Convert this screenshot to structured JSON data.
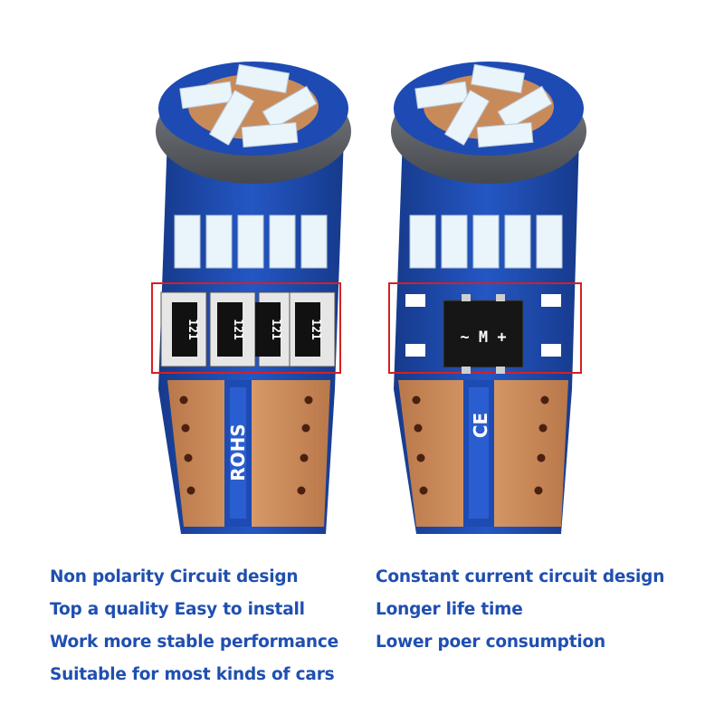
{
  "bulbs": {
    "left": {
      "resistor_labels": [
        "121",
        "121",
        "121",
        "121"
      ],
      "board_marking": "ROHS"
    },
    "right": {
      "chip_label": "~ M +",
      "board_marking": "CE"
    }
  },
  "features": {
    "left": [
      "Non polarity Circuit design",
      "Top a quality Easy to install",
      "Work more stable performance",
      "Suitable for most kinds of cars"
    ],
    "right": [
      "Constant current circuit design",
      "Longer life time",
      "Lower poer consumption"
    ]
  },
  "colors": {
    "pcb": "#1d4bb3",
    "pcb_dark": "#163a8c",
    "copper": "#c98a5a",
    "led": "#e9f4fb",
    "highlight_box": "#d62020",
    "text": "#1f4fb0"
  }
}
